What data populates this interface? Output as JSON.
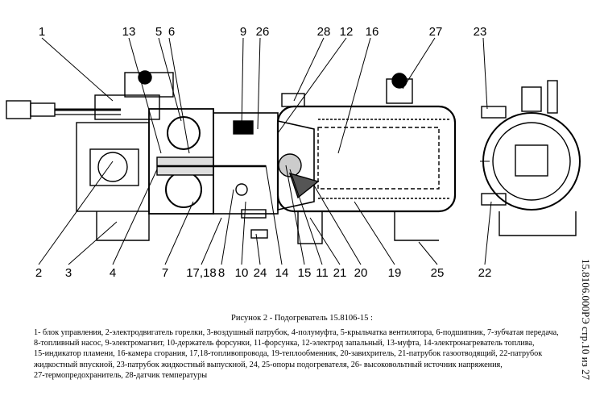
{
  "callouts_top": [
    "1",
    "13",
    "5",
    "6",
    "9",
    "26",
    "28",
    "12",
    "16",
    "27",
    "23"
  ],
  "callouts_bottom": [
    "2",
    "3",
    "4",
    "7",
    "17,18",
    "8",
    "10",
    "24",
    "14",
    "15",
    "11",
    "21",
    "20",
    "19",
    "25",
    "22"
  ],
  "caption": {
    "title": "Рисунок 2 - Подогреватель 15.8106-15 :",
    "lines": [
      "1- блок управления, 2-электродвигатель горелки, 3-воздушный патрубок, 4-полумуфта, 5-крыльчатка вентилятора, 6-подшипник, 7-зубчатая передача,",
      "8-топливный насос, 9-электромагнит, 10-держатель форсунки, 11-форсунка, 12-электрод запальный, 13-муфта, 14-электронагреватель топлива,",
      "15-индикатор пламени, 16-камера сгорания, 17,18-топливопровода, 19-теплообменник, 20-завихритель, 21-патрубок газоотводящий, 22-патрубок",
      "жидкостный  впускной, 23-патрубок жидкостный выпускной, 24, 25-опоры подогревателя, 26- высоковольтный источник напряжения,",
      "27-термопредохранитель, 28-датчик температуры"
    ]
  },
  "side_stamp": "15.8106.000РЭ стр.10 из 27"
}
